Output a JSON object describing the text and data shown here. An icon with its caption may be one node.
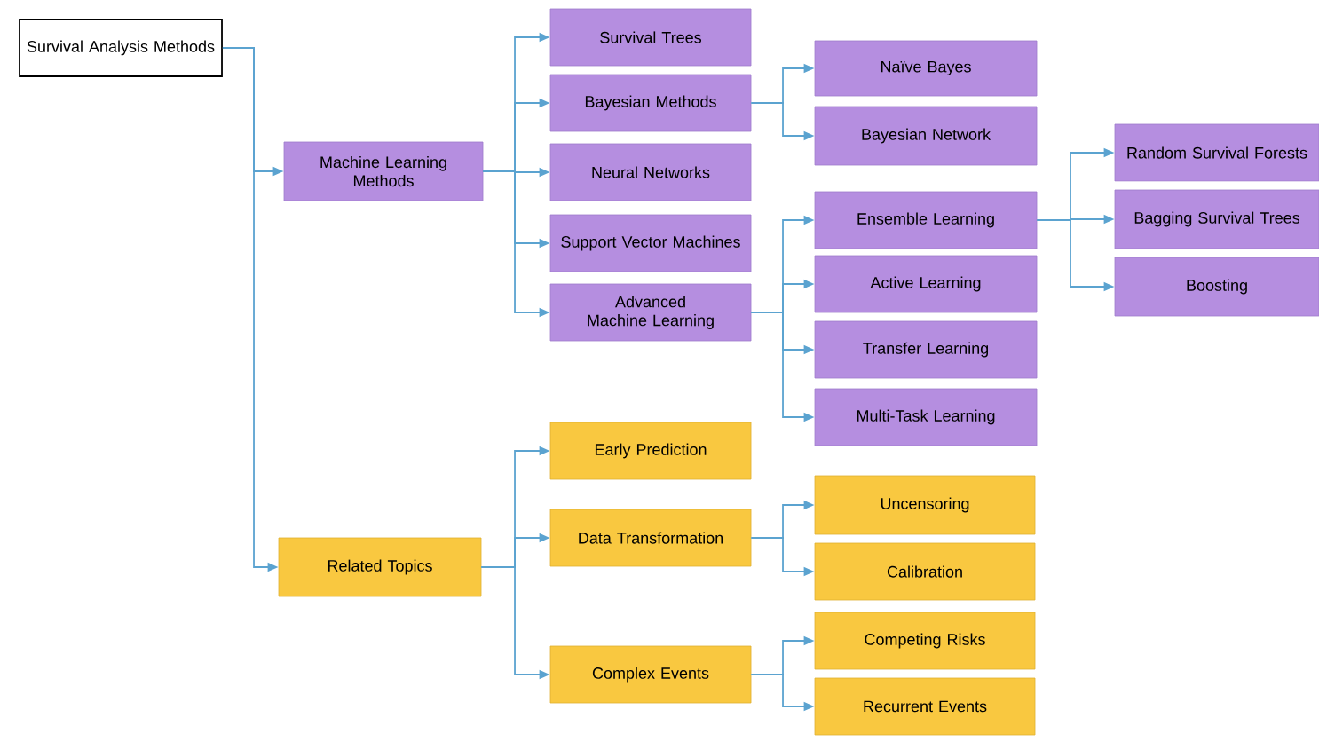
{
  "diagram": {
    "nodes": [
      {
        "text": [
          "Survival Analysis Methods"
        ]
      },
      {
        "text": [
          "Machine Learning Methods"
        ]
      },
      {
        "text": [
          "Survival Trees"
        ]
      },
      {
        "text": [
          "Bayesian Methods"
        ]
      },
      {
        "text": [
          "Neural Networks"
        ]
      },
      {
        "text": [
          "Support Vector Machines"
        ]
      },
      {
        "text": [
          "Advanced Machine Learning"
        ]
      },
      {
        "text": [
          "Naïve Bayes"
        ]
      },
      {
        "text": [
          "Bayesian Network"
        ]
      },
      {
        "text": [
          "Ensemble Learning"
        ]
      },
      {
        "text": [
          "Active Learning"
        ]
      },
      {
        "text": [
          "Transfer Learning"
        ]
      },
      {
        "text": [
          "Multi-Task Learning"
        ]
      },
      {
        "text": [
          "Random Survival Forests"
        ]
      },
      {
        "text": [
          "Bagging Survival Trees"
        ]
      },
      {
        "text": [
          "Boosting"
        ]
      },
      {
        "text": [
          "Related Topics"
        ]
      },
      {
        "text": [
          "Early Prediction"
        ]
      },
      {
        "text": [
          "Data Transformation"
        ]
      },
      {
        "text": [
          "Complex Events"
        ]
      },
      {
        "text": [
          "Uncensoring"
        ]
      },
      {
        "text": [
          "Calibration"
        ]
      },
      {
        "text": [
          "Competing Risks"
        ]
      },
      {
        "text": [
          "Recurrent Events"
        ]
      }
    ],
    "edges": [
      {
        "from": 0,
        "to": 1,
        "arrow": "to"
      },
      {
        "from": 0,
        "to": 16,
        "arrow": "to"
      },
      {
        "from": 1,
        "to": 2,
        "arrow": "to"
      },
      {
        "from": 1,
        "to": 3,
        "arrow": "to"
      },
      {
        "from": 1,
        "to": 4,
        "arrow": "to"
      },
      {
        "from": 1,
        "to": 5,
        "arrow": "to"
      },
      {
        "from": 1,
        "to": 6,
        "arrow": "to"
      },
      {
        "from": 3,
        "to": 7,
        "arrow": "to"
      },
      {
        "from": 3,
        "to": 8,
        "arrow": "to"
      },
      {
        "from": 6,
        "to": 9,
        "arrow": "to"
      },
      {
        "from": 6,
        "to": 10,
        "arrow": "to"
      },
      {
        "from": 6,
        "to": 11,
        "arrow": "to"
      },
      {
        "from": 6,
        "to": 12,
        "arrow": "to"
      },
      {
        "from": 9,
        "to": 13,
        "arrow": "to"
      },
      {
        "from": 9,
        "to": 14,
        "arrow": "to"
      },
      {
        "from": 9,
        "to": 15,
        "arrow": "to"
      },
      {
        "from": 16,
        "to": 17,
        "arrow": "to"
      },
      {
        "from": 16,
        "to": 18,
        "arrow": "to"
      },
      {
        "from": 16,
        "to": 19,
        "arrow": "to"
      },
      {
        "from": 18,
        "to": 20,
        "arrow": "to"
      },
      {
        "from": 18,
        "to": 21,
        "arrow": "to"
      },
      {
        "from": 19,
        "to": 22,
        "arrow": "to"
      },
      {
        "from": 19,
        "to": 23,
        "arrow": "to"
      }
    ]
  }
}
